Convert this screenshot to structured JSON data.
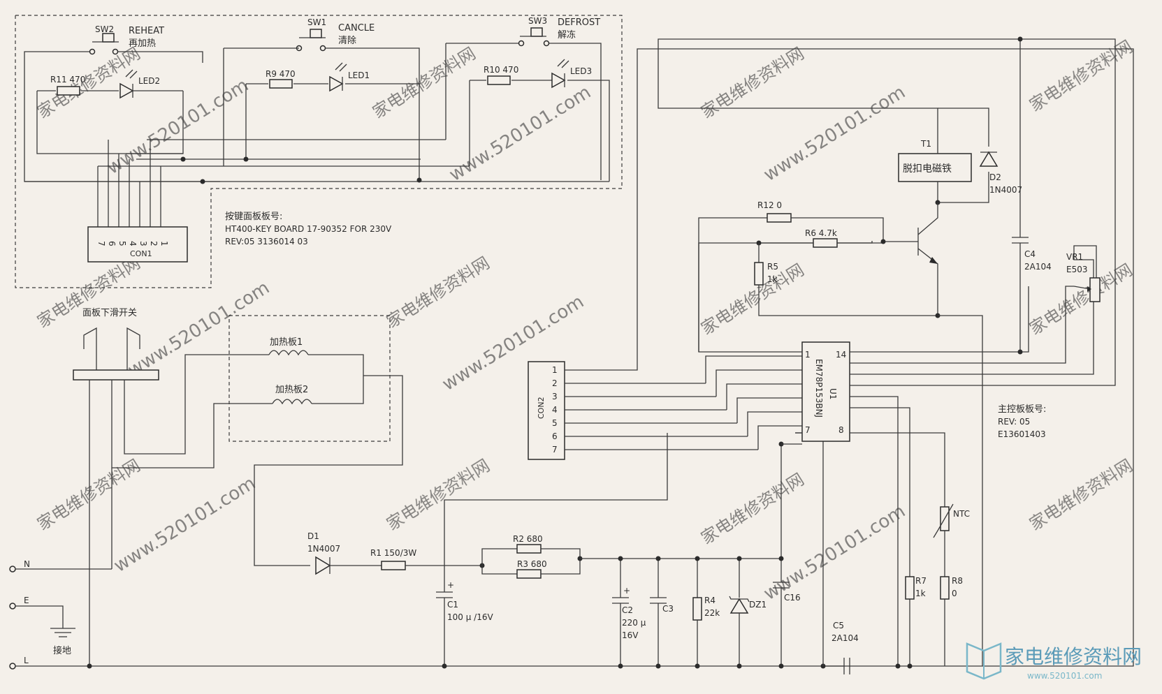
{
  "keypad": {
    "sw2": {
      "ref": "SW2",
      "name": "REHEAT",
      "cn": "再加热"
    },
    "sw1": {
      "ref": "SW1",
      "name": "CANCLE",
      "cn": "清除"
    },
    "sw3": {
      "ref": "SW3",
      "name": "DEFROST",
      "cn": "解冻"
    },
    "r11": "R11  470",
    "r9": "R9  470",
    "r10": "R10  470",
    "led2": "LED2",
    "led1": "LED1",
    "led3": "LED3",
    "con1": {
      "ref": "CON1",
      "pins": [
        "7",
        "6",
        "5",
        "4",
        "3",
        "2",
        "1"
      ]
    },
    "board_title": "按键面板板号:",
    "board_line1": "HT400-KEY BOARD 17-90352 FOR 230V",
    "board_line2": "REV:05  3136014  03"
  },
  "power": {
    "slide_switch": "面板下滑开关",
    "heater1": "加热板1",
    "heater2": "加热板2",
    "N": "N",
    "E": "E",
    "L": "L",
    "ground": "接地",
    "d1": "D1",
    "d1_part": "1N4007",
    "r1": "R1  150/3W",
    "r2": "R2  680",
    "r3": "R3  680",
    "c1": "C1",
    "c1_val": "100 μ /16V",
    "c2": "C2",
    "c2_val1": "220 μ",
    "c2_val2": "16V",
    "c3": "C3",
    "r4": "R4",
    "r4_val": "22k",
    "dz1": "DZ1",
    "c16": "C16",
    "c5": "C5",
    "c5_val": "2A104"
  },
  "control": {
    "t1": "T1",
    "t1_label": "脱扣电磁铁",
    "d2": "D2",
    "d2_part": "1N4007",
    "r12": "R12  0",
    "r6": "R6  4.7k",
    "r5": "R5",
    "r5_val": "1k",
    "c4": "C4",
    "c4_val": "2A104",
    "vr1": "VR1",
    "vr1_val": "E503",
    "con2": {
      "ref": "CON2",
      "pins": [
        "1",
        "2",
        "3",
        "4",
        "5",
        "6",
        "7"
      ]
    },
    "u1": "U1",
    "u1_part": "EM78P153BNJ",
    "u1_pin1": "1",
    "u1_pin7": "7",
    "u1_pin8": "8",
    "u1_pin14": "14",
    "ntc": "NTC",
    "r7": "R7",
    "r7_val": "1k",
    "r8": "R8",
    "r8_val": "0",
    "board_title": "主控板板号:",
    "board_rev": "REV:  05",
    "board_no": "E13601403"
  },
  "watermarks": {
    "site_cn": "家电维修资料网",
    "site_url": "www.520101.com",
    "logo_cn": "家电维修资料网",
    "logo_url": "www.520101.com"
  }
}
